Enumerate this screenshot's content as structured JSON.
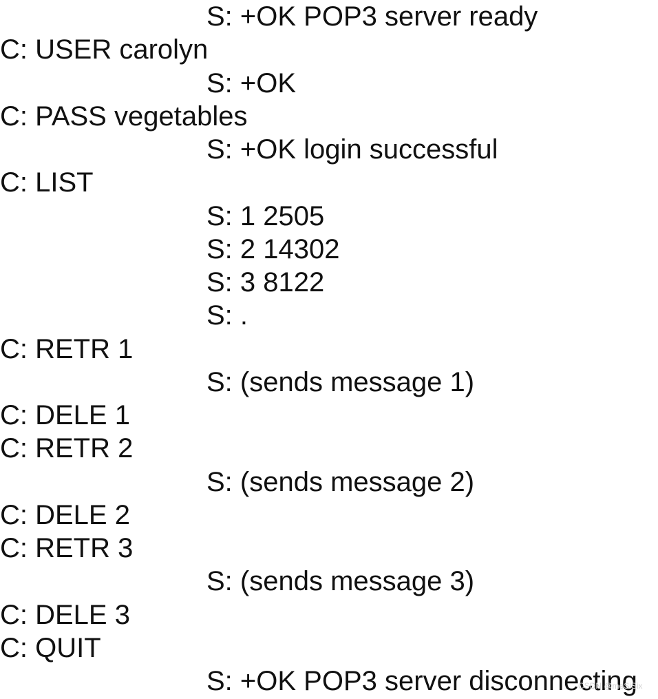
{
  "lines": [
    {
      "speaker": "server",
      "text": "S: +OK POP3 server ready"
    },
    {
      "speaker": "client",
      "text": "C: USER carolyn"
    },
    {
      "speaker": "server",
      "text": "S: +OK"
    },
    {
      "speaker": "client",
      "text": "C: PASS vegetables"
    },
    {
      "speaker": "server",
      "text": "S: +OK login successful"
    },
    {
      "speaker": "client",
      "text": "C: LIST"
    },
    {
      "speaker": "server",
      "text": "S: 1 2505"
    },
    {
      "speaker": "server",
      "text": "S: 2 14302"
    },
    {
      "speaker": "server",
      "text": "S: 3 8122"
    },
    {
      "speaker": "server",
      "text": "S: ."
    },
    {
      "speaker": "client",
      "text": "C: RETR 1"
    },
    {
      "speaker": "server",
      "text": "S: (sends message 1)"
    },
    {
      "speaker": "client",
      "text": "C: DELE 1"
    },
    {
      "speaker": "client",
      "text": "C: RETR 2"
    },
    {
      "speaker": "server",
      "text": "S: (sends message 2)"
    },
    {
      "speaker": "client",
      "text": "C: DELE 2"
    },
    {
      "speaker": "client",
      "text": "C: RETR 3"
    },
    {
      "speaker": "server",
      "text": "S: (sends message 3)"
    },
    {
      "speaker": "client",
      "text": "C: DELE 3"
    },
    {
      "speaker": "client",
      "text": "C: QUIT"
    },
    {
      "speaker": "server",
      "text": "S: +OK POP3 server disconnecting"
    }
  ],
  "watermark": "CSDN @meSiSix"
}
